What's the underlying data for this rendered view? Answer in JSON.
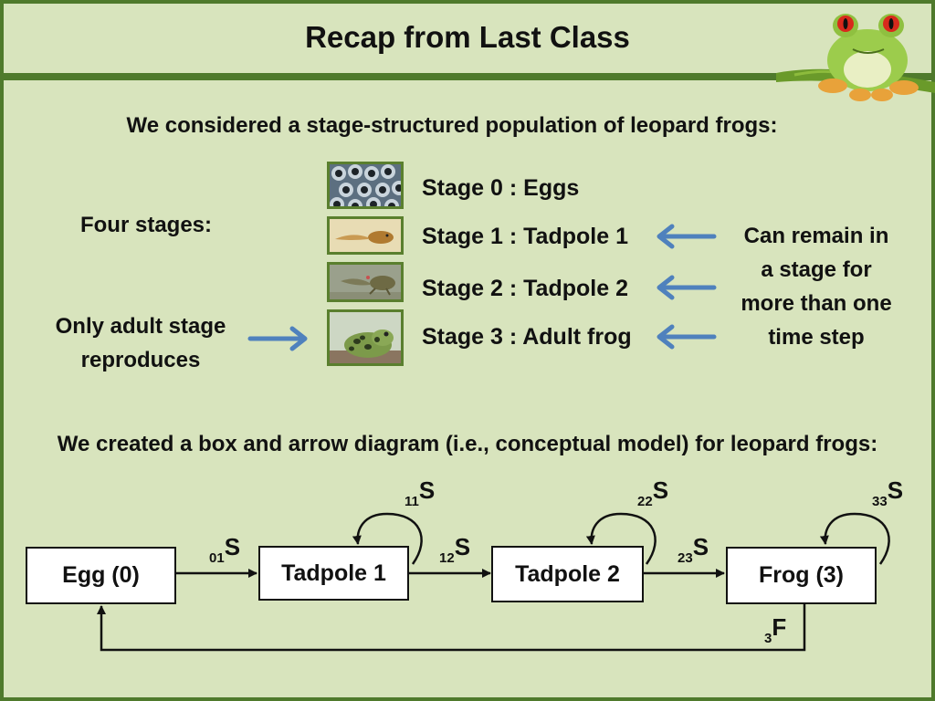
{
  "title": "Recap from Last Class",
  "intro": "We considered a stage-structured population of leopard frogs:",
  "four_stages": "Four stages:",
  "stages": [
    {
      "label": "Stage 0 : Eggs",
      "image": "frog-eggs-photo"
    },
    {
      "label": "Stage 1 : Tadpole 1",
      "image": "tadpole-1-photo"
    },
    {
      "label": "Stage 2 : Tadpole 2",
      "image": "tadpole-2-photo"
    },
    {
      "label": "Stage 3 : Adult frog",
      "image": "adult-frog-photo"
    }
  ],
  "remain_note": [
    "Can remain in",
    "a stage for",
    "more than one",
    "time step"
  ],
  "reproduce_note": [
    "Only adult stage",
    "reproduces"
  ],
  "diagram_intro": "We created a box and arrow diagram (i.e., conceptual model) for leopard frogs:",
  "nodes": [
    "Egg (0)",
    "Tadpole 1",
    "Tadpole 2",
    "Frog (3)"
  ],
  "edges": [
    {
      "sub": "01",
      "main": "S"
    },
    {
      "sub": "12",
      "main": "S"
    },
    {
      "sub": "23",
      "main": "S"
    }
  ],
  "loops": [
    {
      "sub": "11",
      "main": "S"
    },
    {
      "sub": "22",
      "main": "S"
    },
    {
      "sub": "33",
      "main": "S"
    }
  ],
  "fecundity": {
    "sub": "3",
    "main": "F"
  },
  "colors": {
    "frame": "#4f7a2c",
    "panel": "#d8e4bd",
    "arrow": "#4f81bd",
    "text": "#111111"
  },
  "decor": "tree-frog-illustration"
}
